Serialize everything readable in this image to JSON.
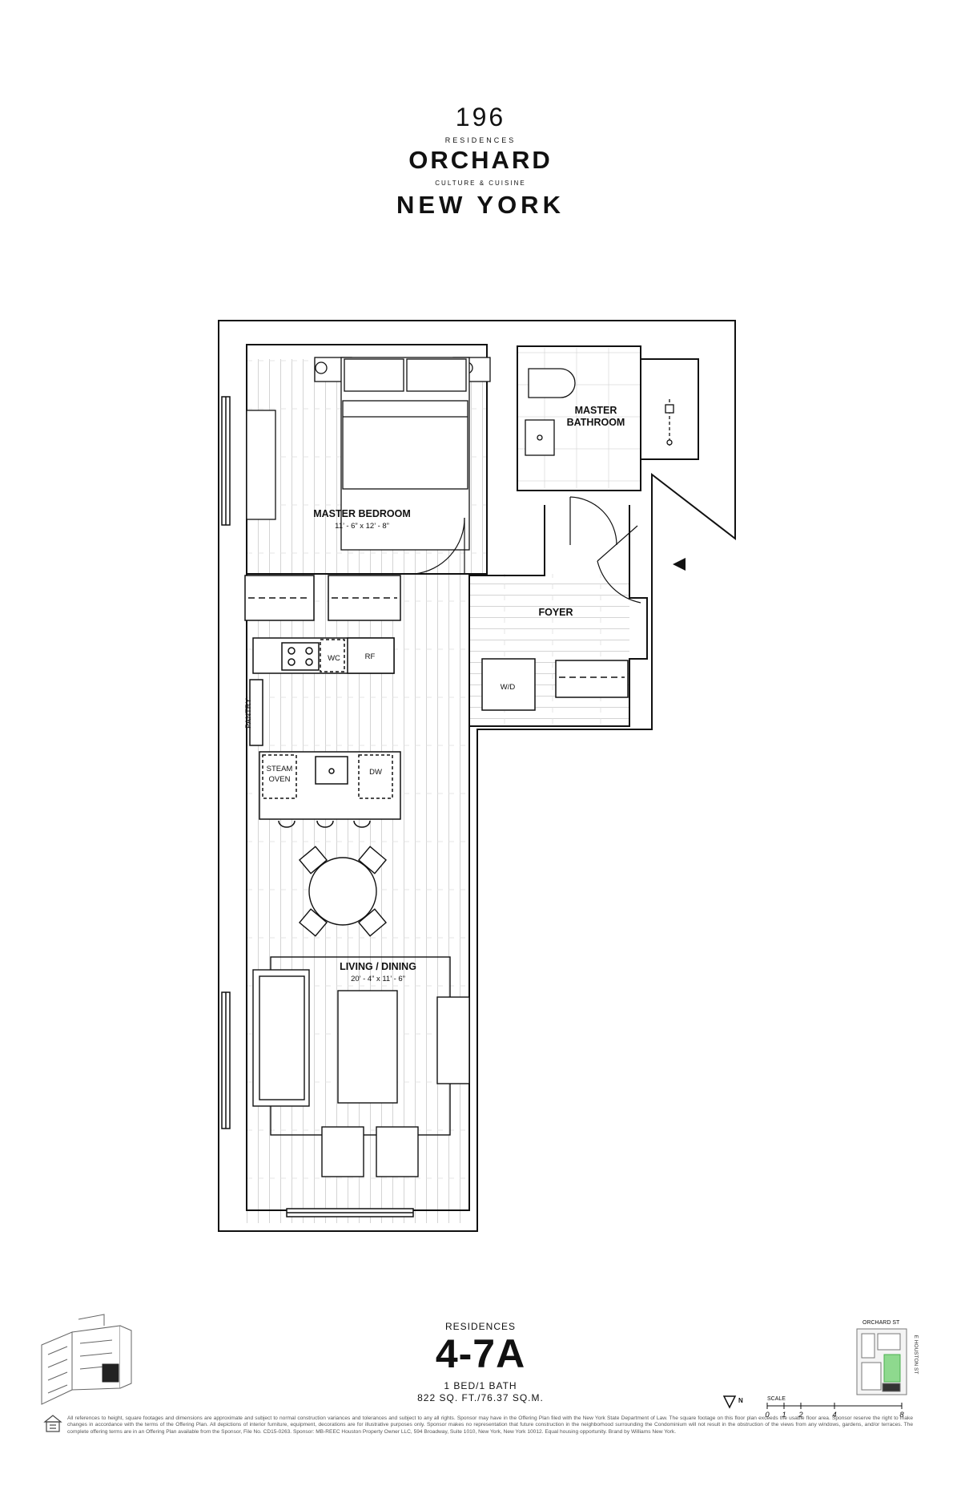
{
  "brand": {
    "number": "196",
    "residences": "RESIDENCES",
    "name": "ORCHARD",
    "tagline": "CULTURE & CUISINE",
    "city": "NEW YORK"
  },
  "rooms": {
    "master_bedroom": {
      "label": "MASTER BEDROOM",
      "dims": "11’ - 6” x 12’ - 8”"
    },
    "master_bathroom": {
      "label_line1": "MASTER",
      "label_line2": "BATHROOM"
    },
    "foyer": {
      "label": "FOYER"
    },
    "living_dining": {
      "label": "LIVING / DINING",
      "dims": "20’ - 4” x 11’ - 6”"
    }
  },
  "appliances": {
    "wc": "WC",
    "rf": "RF",
    "wd": "W/D",
    "pantry": "PANTRY",
    "steam_oven_line1": "STEAM",
    "steam_oven_line2": "OVEN",
    "dw": "DW"
  },
  "unit": {
    "prefix": "RESIDENCES",
    "number": "4-7A",
    "type": "1 BED/1 BATH",
    "area": "822 SQ. FT./76.37 SQ.M."
  },
  "scale": {
    "label": "SCALE",
    "ticks": [
      "0",
      "1",
      "2",
      "4",
      "8"
    ]
  },
  "site_map": {
    "street_top": "ORCHARD ST",
    "street_side": "E HOUSTON ST"
  },
  "disclaimer": "All references to height, square footages and dimensions are approximate and subject to normal construction variances and tolerances and subject to any all rights. Sponsor may have in the Offering Plan filed with the New York State Department of Law. The square footage on this floor plan exceeds the usable floor area. Sponsor reserve the right to make changes in accordance with the terms of the Offering Plan. All depictions of interior furniture, equipment, decorations are for illustrative purposes only. Sponsor makes no representation that future construction in the neighborhood surrounding the Condominium will not result in the obstruction of the views from any windows, gardens, and/or terraces. The complete offering terms are in an Offering Plan available from the Sponsor, File No. CD15-0263. Sponsor: MB-REEC Houston Property Owner LLC, 594 Broadway, Suite 1010, New York, New York 10012. Equal housing opportunity. Brand by Williams New York."
}
